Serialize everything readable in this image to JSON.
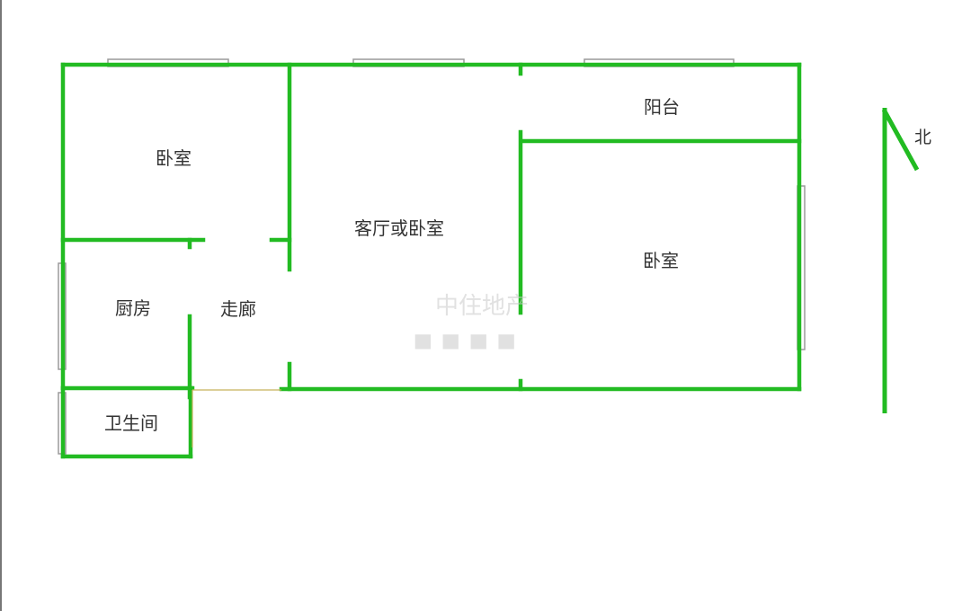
{
  "floor_plan": {
    "colors": {
      "wall": "#22bb22",
      "window_frame": "#9a9a9a",
      "window_glass": "#ffffff",
      "door_line": "#c8b25a",
      "background": "#ffffff"
    },
    "rooms": [
      {
        "id": "bedroom-left",
        "label": "卧室"
      },
      {
        "id": "living-room",
        "label": "客厅或卧室"
      },
      {
        "id": "balcony",
        "label": "阳台"
      },
      {
        "id": "bedroom-right",
        "label": "卧室"
      },
      {
        "id": "kitchen",
        "label": "厨房"
      },
      {
        "id": "corridor",
        "label": "走廊"
      },
      {
        "id": "bathroom",
        "label": "卫生间"
      }
    ],
    "compass": {
      "label": "北",
      "icon": "north-arrow-icon"
    },
    "watermark": {
      "text": "中住地产"
    }
  }
}
